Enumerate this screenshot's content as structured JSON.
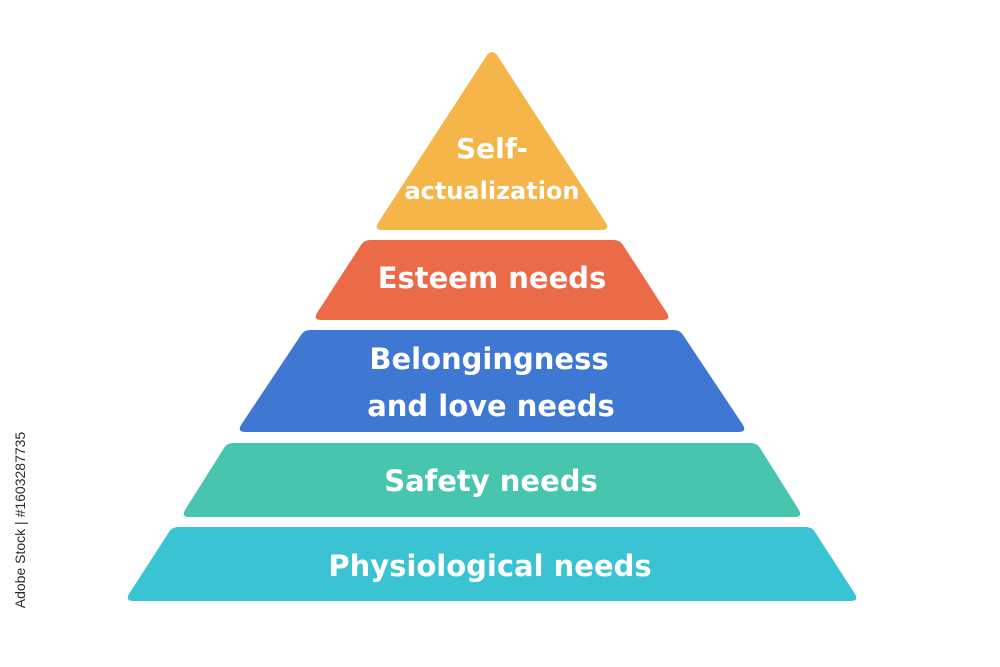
{
  "pyramid": {
    "levels": [
      {
        "label_lines": [
          "Self-",
          "actualization"
        ],
        "color": "#F5B548"
      },
      {
        "label_lines": [
          "Esteem needs"
        ],
        "color": "#EB6A48"
      },
      {
        "label_lines": [
          "Belongingness",
          "and love needs"
        ],
        "color": "#3F78D2"
      },
      {
        "label_lines": [
          "Safety needs"
        ],
        "color": "#47C5AE"
      },
      {
        "label_lines": [
          "Physiological needs"
        ],
        "color": "#3AC3D3"
      }
    ]
  },
  "watermark": {
    "stock_id": "Adobe Stock | #1603287735"
  }
}
